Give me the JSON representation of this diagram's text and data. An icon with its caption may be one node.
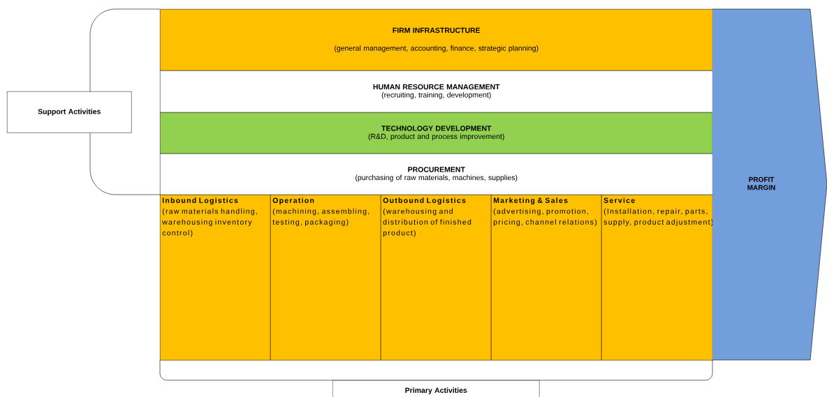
{
  "diagram": {
    "nodes": [
      {
        "text": [
          "FIRM INFRASTRUCTURE",
          "(general management, accounting, finance, strategic planning)"
        ]
      },
      {
        "text": [
          "HUMAN RESOURCE MANAGEMENT",
          "(recruiting, training, development)"
        ]
      },
      {
        "text": [
          "TECHNOLOGY DEVELOPMENT",
          "(R&D, product and process improvement)"
        ]
      },
      {
        "text": [
          "PROCUREMENT",
          "(purchasing of raw materials, machines, supplies)"
        ]
      },
      {
        "text": [
          "Inbound Logistics",
          "(raw materials handling, warehousing inventory control)"
        ]
      },
      {
        "text": [
          "Operation",
          "(machining, assembling, testing, packaging)"
        ]
      },
      {
        "text": [
          "Outbound Logistics",
          "(warehousing and distribution of finished product)"
        ]
      },
      {
        "text": [
          "Marketing & Sales",
          "(advertising, promotion, pricing, channel relations)"
        ]
      },
      {
        "text": [
          "Service",
          "(Installation, repair, parts, supply, product adjustment)"
        ]
      },
      {
        "text": [
          "PROFIT MARGIN"
        ]
      },
      {
        "text": [
          "Support Activities"
        ]
      },
      {
        "text": [
          "Primary Activities"
        ]
      }
    ]
  }
}
